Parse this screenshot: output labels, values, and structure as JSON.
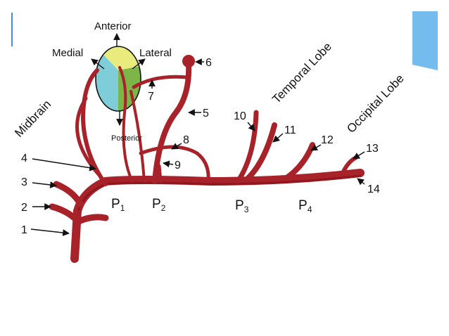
{
  "colors": {
    "artery": "#a8222a",
    "artery_dark": "#7f1318",
    "anterior_region": "#e9ec7c",
    "medial_region": "#7fcdd8",
    "lateral_region": "#7cb548",
    "slide_accent": "#3b8fd6"
  },
  "directions": {
    "anterior": "Anterior",
    "medial": "Medial",
    "lateral": "Lateral",
    "posterior": "Posterior"
  },
  "regions": {
    "midbrain": "Midbrain",
    "temporal_lobe": "Temporal Lobe",
    "occipital_lobe": "Occipital Lobe"
  },
  "segments": [
    {
      "letter": "P",
      "sub": "1"
    },
    {
      "letter": "P",
      "sub": "2"
    },
    {
      "letter": "P",
      "sub": "3"
    },
    {
      "letter": "P",
      "sub": "4"
    }
  ],
  "branch_numbers": [
    "1",
    "2",
    "3",
    "4",
    "5",
    "6",
    "7",
    "8",
    "9",
    "10",
    "11",
    "12",
    "13",
    "14"
  ]
}
